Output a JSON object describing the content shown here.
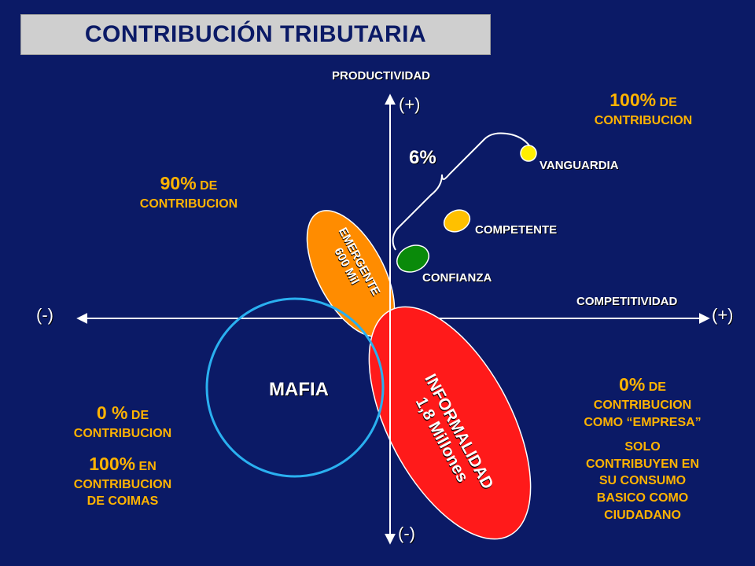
{
  "title": "CONTRIBUCIÓN TRIBUTARIA",
  "axes": {
    "y_label": "PRODUCTIVIDAD",
    "x_label": "COMPETITIVIDAD",
    "y_plus": "(+)",
    "y_minus": "(-)",
    "x_plus": "(+)",
    "x_minus": "(-)"
  },
  "nodes": {
    "vanguardia": "VANGUARDIA",
    "competente": "COMPETENTE",
    "confianza": "CONFIANZA",
    "mafia": "MAFIA",
    "emergente_line1": "EMERGENTE",
    "emergente_line2": "600 Mil",
    "informalidad_line1": "INFORMALIDAD",
    "informalidad_line2": "1,8 Millones"
  },
  "brace_label": "6%",
  "quadrants": {
    "top_right": {
      "pct": "100%",
      "de": "DE",
      "line2": "CONTRIBUCION"
    },
    "top_left": {
      "pct": "90%",
      "de": "DE",
      "line2": "CONTRIBUCION"
    },
    "bottom_left": {
      "pct": "0 %",
      "de": "DE",
      "line2": "CONTRIBUCION",
      "pct2": "100%",
      "en": "EN",
      "line3": "CONTRIBUCION",
      "line4": "DE COIMAS"
    },
    "bottom_right": {
      "pct": "0%",
      "de": "DE",
      "line2": "CONTRIBUCION",
      "line3": "COMO “EMPRESA”",
      "line4": "SOLO",
      "line5": "CONTRIBUYEN EN",
      "line6": "SU CONSUMO",
      "line7": "BASICO COMO",
      "line8": "CIUDADANO"
    }
  },
  "colors": {
    "background": "#0b1a66",
    "accent_text": "#ffb300",
    "vanguardia": "#ffee00",
    "competente": "#ffc000",
    "confianza": "#0a8a0a",
    "emergente": "#ff8c00",
    "informalidad": "#ff1a1a",
    "mafia_outline": "#2ab0f0"
  }
}
